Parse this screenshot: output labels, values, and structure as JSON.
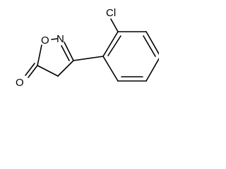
{
  "molecule": {
    "atoms": {
      "chlorine": "Cl",
      "ring_oxygen": "O",
      "ring_nitrogen": "N",
      "carbonyl_oxygen": "O"
    },
    "colors": {
      "bond": "#000000",
      "label": "#000000",
      "background": "#ffffff"
    }
  }
}
